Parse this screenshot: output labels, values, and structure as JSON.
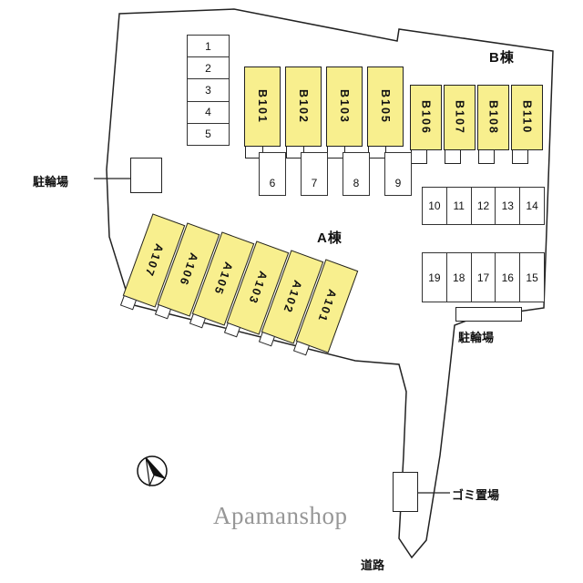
{
  "labels": {
    "building_b": "B棟",
    "building_a": "A棟",
    "bicycle_left": "駐輪場",
    "bicycle_right": "駐輪場",
    "garbage": "ゴミ置場",
    "road": "道路",
    "watermark": "Apamanshop"
  },
  "b_units_front": [
    "B101",
    "B102",
    "B103",
    "B105"
  ],
  "b_units_side": [
    "B106",
    "B107",
    "B108",
    "B110"
  ],
  "a_units": [
    "A107",
    "A106",
    "A105",
    "A103",
    "A102",
    "A101"
  ],
  "parking": {
    "left_column": [
      "1",
      "2",
      "3",
      "4",
      "5"
    ],
    "middle_row": [
      "6",
      "7",
      "8",
      "9"
    ],
    "right_upper_row": [
      "10",
      "11",
      "12",
      "13",
      "14"
    ],
    "right_lower_row": [
      "19",
      "18",
      "17",
      "16",
      "15"
    ]
  },
  "colors": {
    "unit_fill": "#f8ef8e",
    "outline": "#222222",
    "watermark_gray": "#979797"
  }
}
